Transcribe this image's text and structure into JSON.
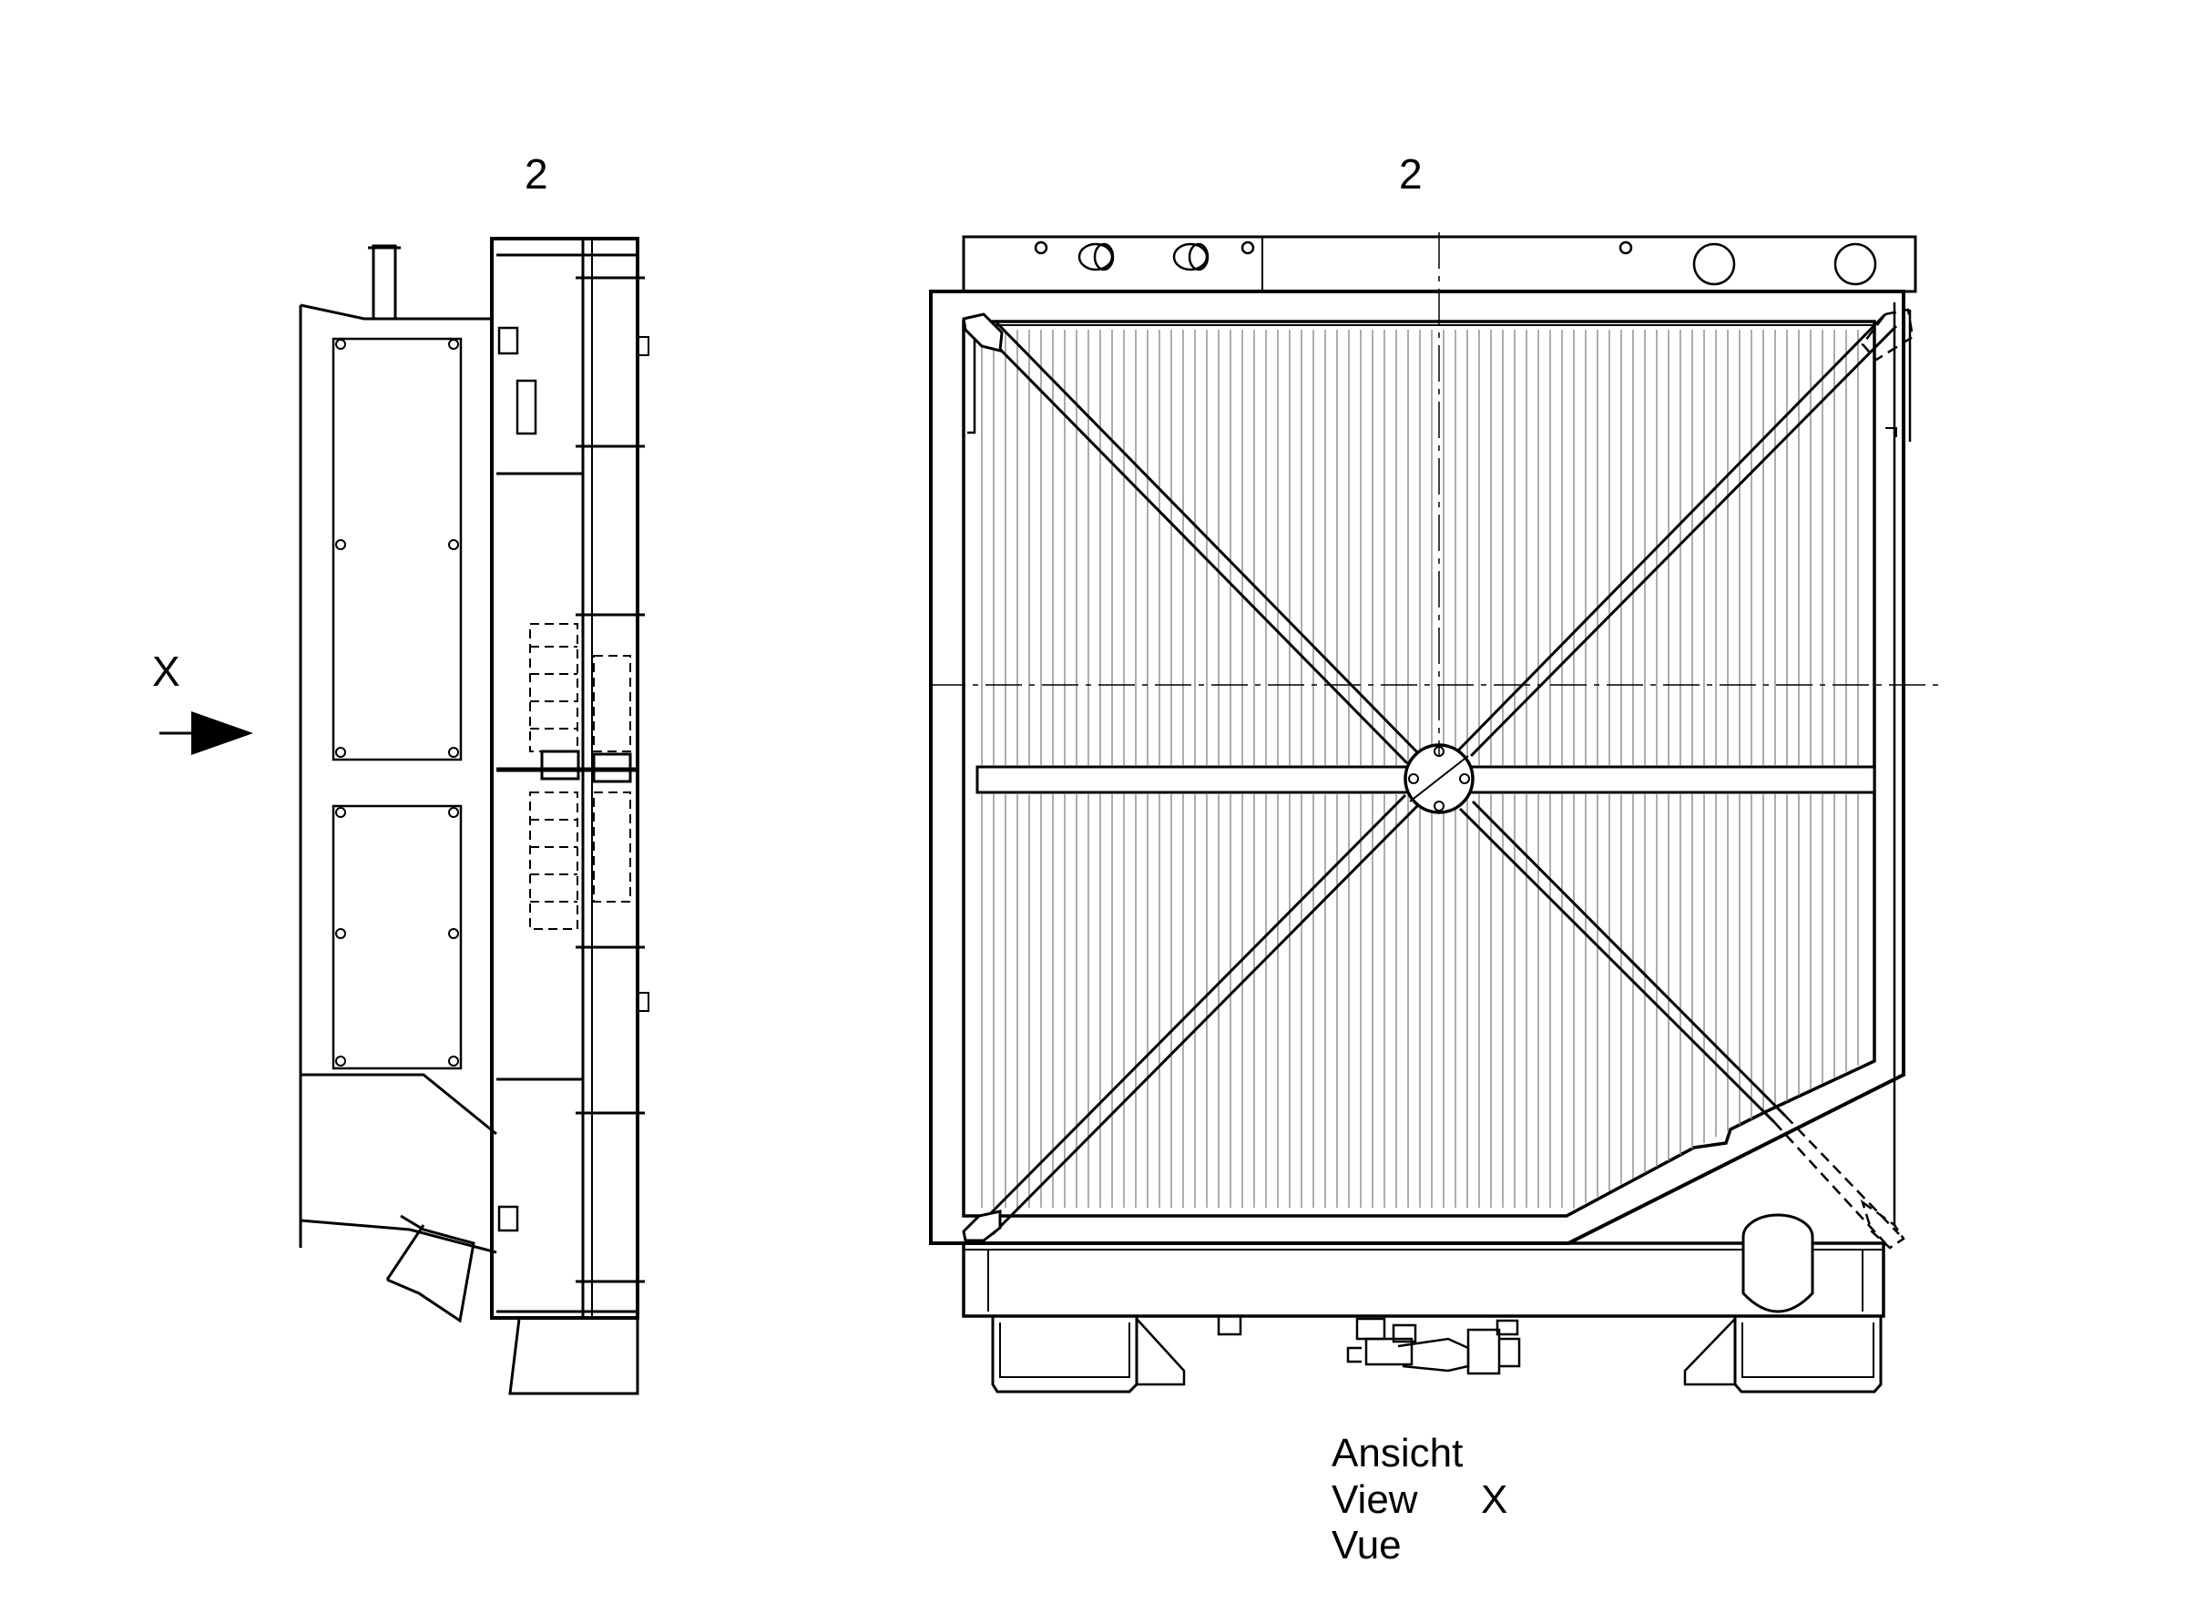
{
  "labels": {
    "left_callout": "2",
    "right_callout": "2",
    "view_letter": "X",
    "view_caption": {
      "line1": "Ansicht",
      "line2": "View",
      "line2_letter": "X",
      "line3": "Vue"
    }
  },
  "colors": {
    "line": "#000000",
    "background": "#ffffff",
    "fins": "#8a8a8a"
  }
}
